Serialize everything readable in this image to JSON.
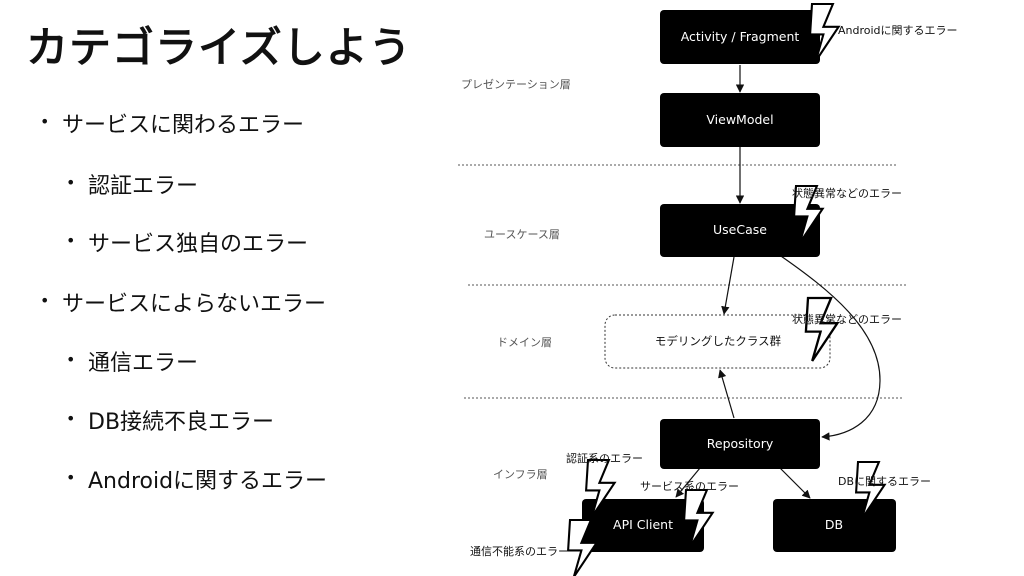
{
  "slide": {
    "title": "カテゴライズしよう",
    "bullets": [
      {
        "text": "サービスに関わるエラー",
        "level": 1
      },
      {
        "text": "認証エラー",
        "level": 2
      },
      {
        "text": "サービス独自のエラー",
        "level": 2
      },
      {
        "text": "サービスによらないエラー",
        "level": 1
      },
      {
        "text": "通信エラー",
        "level": 2
      },
      {
        "text": "DB接続不良エラー",
        "level": 2
      },
      {
        "text": "Androidに関するエラー",
        "level": 2
      }
    ]
  },
  "diagram": {
    "nodes": {
      "activity": "Activity / Fragment",
      "viewmodel": "ViewModel",
      "usecase": "UseCase",
      "model": "モデリングしたクラス群",
      "repository": "Repository",
      "api_client": "API Client",
      "db": "DB"
    },
    "layers": {
      "presentation": "プレゼンテーション層",
      "usecase": "ユースケース層",
      "domain": "ドメイン層",
      "infra": "インフラ層"
    },
    "errors": {
      "android": "Androidに関するエラー",
      "state1": "状態異常などのエラー",
      "state2": "状態異常などのエラー",
      "auth": "認証系のエラー",
      "service": "サービス系のエラー",
      "db": "DBに関するエラー",
      "network": "通信不能系のエラー"
    },
    "colors": {
      "node_fill": "#000000",
      "node_text": "#ffffff",
      "bolt_fill": "#ffffff",
      "bolt_stroke": "#000000"
    },
    "icons": [
      "lightning-bolt-icon"
    ]
  }
}
